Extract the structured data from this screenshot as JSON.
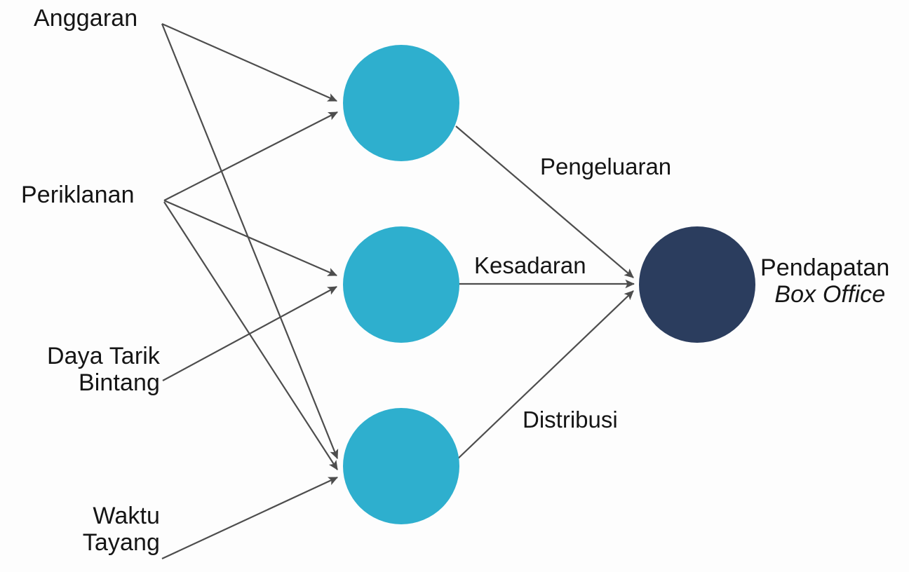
{
  "diagram": {
    "type": "path-diagram",
    "title": "",
    "background_color": "#fdfdfd",
    "colors": {
      "mediator_node": "#2eafce",
      "outcome_node": "#2b3d5e",
      "edge": "#4d4d4d",
      "text": "#151515"
    },
    "inputs": [
      {
        "id": "anggaran",
        "label": "Anggaran",
        "lines": [
          "Anggaran"
        ]
      },
      {
        "id": "periklanan",
        "label": "Periklanan",
        "lines": [
          "Periklanan"
        ]
      },
      {
        "id": "daya-tarik-bintang",
        "label": "Daya Tarik Bintang",
        "lines": [
          "Daya Tarik",
          "Bintang"
        ]
      },
      {
        "id": "waktu-tayang",
        "label": "Waktu Tayang",
        "lines": [
          "Waktu",
          "Tayang"
        ]
      }
    ],
    "mediators": [
      {
        "id": "pengeluaran",
        "label": "",
        "edge_label": "Pengeluaran"
      },
      {
        "id": "kesadaran",
        "label": "",
        "edge_label": "Kesadaran"
      },
      {
        "id": "distribusi",
        "label": "",
        "edge_label": "Distribusi"
      }
    ],
    "outcome": {
      "id": "pendapatan-box-office",
      "lines": [
        "Pendapatan",
        "Box Office"
      ],
      "line1": "Pendapatan",
      "line2": "Box Office",
      "line2_style": "italic"
    },
    "edges": [
      {
        "from": "anggaran",
        "to": "pengeluaran"
      },
      {
        "from": "anggaran",
        "to": "distribusi"
      },
      {
        "from": "periklanan",
        "to": "pengeluaran"
      },
      {
        "from": "periklanan",
        "to": "kesadaran"
      },
      {
        "from": "periklanan",
        "to": "distribusi"
      },
      {
        "from": "daya-tarik-bintang",
        "to": "kesadaran"
      },
      {
        "from": "waktu-tayang",
        "to": "distribusi"
      },
      {
        "from": "pengeluaran",
        "to": "pendapatan-box-office",
        "label": "Pengeluaran"
      },
      {
        "from": "kesadaran",
        "to": "pendapatan-box-office",
        "label": "Kesadaran"
      },
      {
        "from": "distribusi",
        "to": "pendapatan-box-office",
        "label": "Distribusi"
      }
    ]
  }
}
